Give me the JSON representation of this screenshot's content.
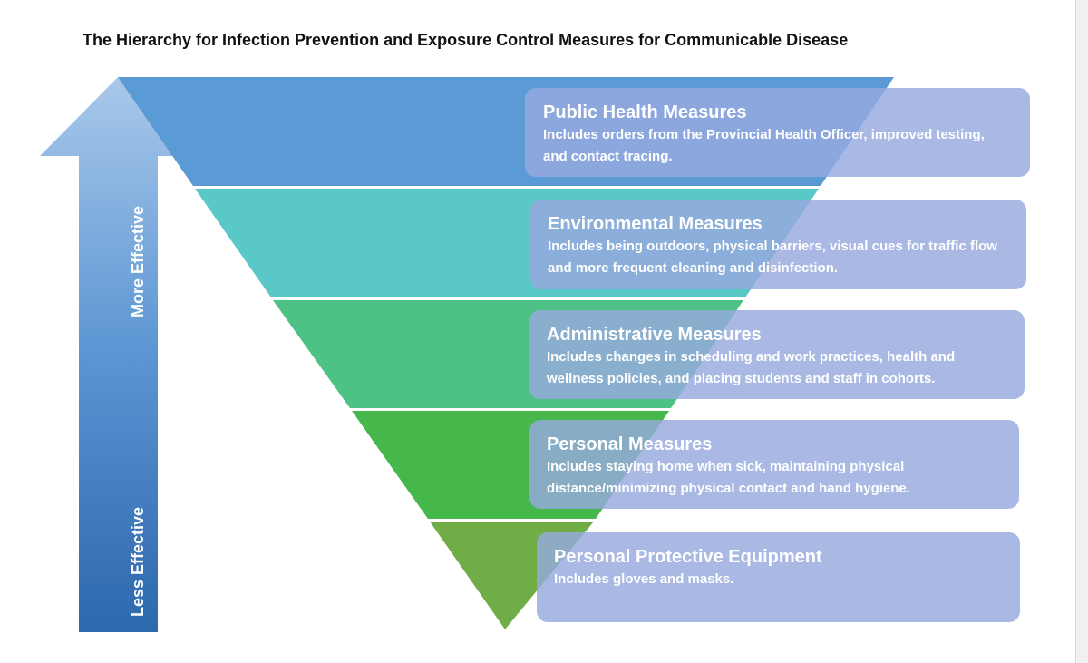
{
  "title": "The Hierarchy for Infection Prevention and Exposure Control Measures for Communicable Disease",
  "arrow": {
    "top_label": "More Effective",
    "bottom_label": "Less Effective"
  },
  "levels": [
    {
      "title": "Public Health Measures",
      "description": "Includes orders from the Provincial Health Officer, improved testing, and contact tracing.",
      "color": "#5b9bd5"
    },
    {
      "title": "Environmental Measures",
      "description": "Includes being outdoors, physical barriers, visual cues for traffic flow and more frequent cleaning and disinfection.",
      "color": "#5bc8c8"
    },
    {
      "title": "Administrative Measures",
      "description": "Includes changes in scheduling and work practices, health and wellness policies, and placing students and staff in cohorts.",
      "color": "#4dc284"
    },
    {
      "title": "Personal Measures",
      "description": "Includes staying home when sick, maintaining physical distance/minimizing physical contact and hand hygiene.",
      "color": "#46b84b"
    },
    {
      "title": "Personal Protective Equipment",
      "description": "Includes gloves and masks.",
      "color": "#70ad47"
    }
  ]
}
